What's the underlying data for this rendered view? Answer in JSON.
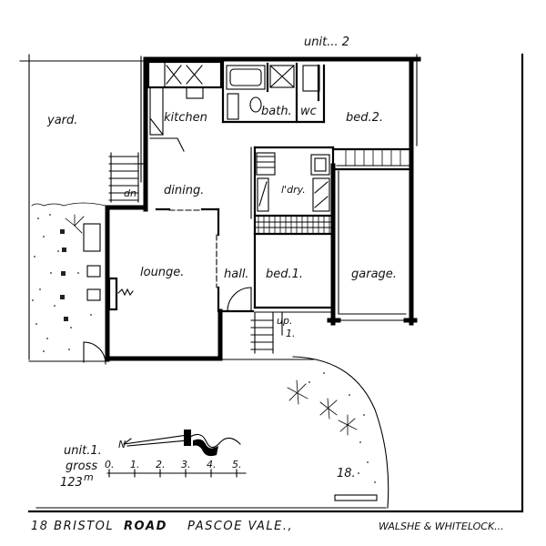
{
  "labels": {
    "unit2": "unit... 2",
    "yard": "yard.",
    "kitchen": "kitchen",
    "bath": "bath.",
    "wc": "wc",
    "bed2": "bed.2.",
    "dining": "dining.",
    "ldry": "l'dry.",
    "lounge": "lounge.",
    "hall": "hall.",
    "bed1": "bed.1.",
    "garage": "garage.",
    "dn": "dn",
    "up": "up.",
    "up_num": "1.",
    "lot_number": "18.",
    "unit1": "unit.1.",
    "gross": "gross",
    "area": "123",
    "area_unit": "m",
    "north": "N",
    "scale": [
      "0.",
      "1.",
      "2.",
      "3.",
      "4.",
      "5."
    ]
  },
  "footer": {
    "address_prefix": "18 BRISTOL",
    "address_road": "ROAD",
    "address_suffix": "PASCOE VALE.,",
    "architects": "WALSHE & WHITELOCK..."
  }
}
